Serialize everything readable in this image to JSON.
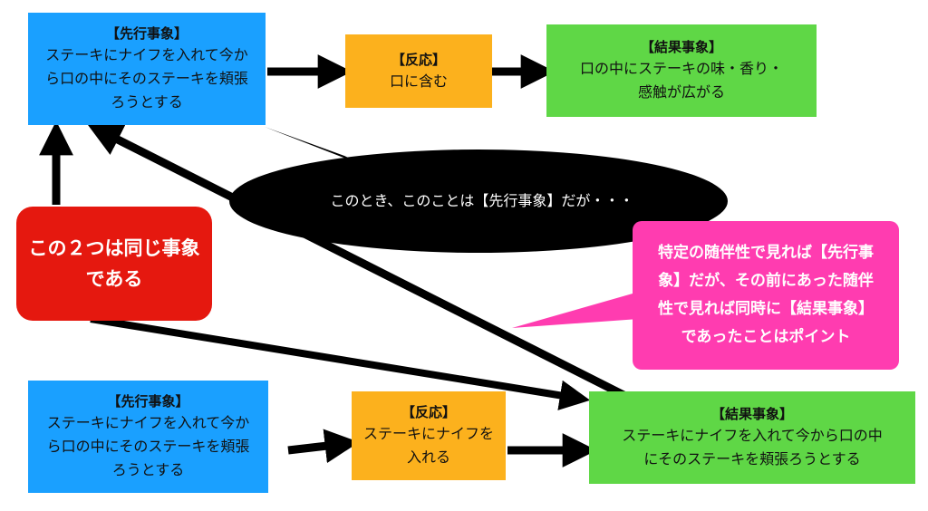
{
  "top_row": {
    "antecedent": {
      "title": "【先行事象】",
      "lines": [
        "ステーキにナイフを入れて今か",
        "ら口の中にそのステーキを頬張",
        "ろうとする"
      ]
    },
    "reaction": {
      "title": "【反応】",
      "lines": [
        "口に含む"
      ]
    },
    "consequence": {
      "title": "【結果事象】",
      "lines": [
        "口の中にステーキの味・香り・",
        "感触が広がる"
      ]
    }
  },
  "bottom_row": {
    "antecedent": {
      "title": "【先行事象】",
      "lines": [
        "ステーキにナイフを入れて今か",
        "ら口の中にそのステーキを頬張",
        "ろうとする"
      ]
    },
    "reaction": {
      "title": "【反応】",
      "lines": [
        "ステーキにナイフを",
        "入れる"
      ]
    },
    "consequence": {
      "title": "【結果事象】",
      "lines": [
        "ステーキにナイフを入れて今から口の中",
        "にそのステーキを頬張ろうとする"
      ]
    }
  },
  "callout_red": {
    "lines": [
      "この２つは同じ事象",
      "である"
    ]
  },
  "speech_bubble": {
    "text": "このとき、このことは【先行事象】だが・・・"
  },
  "callout_pink": {
    "lines": [
      "特定の随伴性で見れば【先行事",
      "象】だが、その前にあった随伴",
      "性で見れば同時に【結果事象】",
      "であったことはポイント"
    ]
  },
  "colors": {
    "antecedent": "#1aa0ff",
    "reaction": "#fcb11d",
    "consequence": "#5fd746",
    "red_callout": "#e5180f",
    "pink_callout": "#ff3cb0",
    "bubble": "#000000"
  }
}
